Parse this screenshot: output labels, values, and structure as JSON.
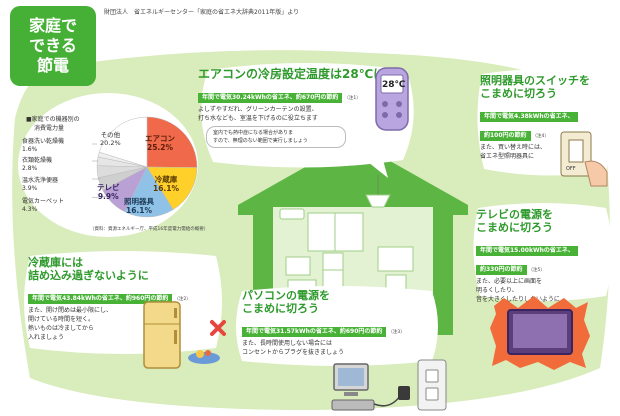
{
  "title": {
    "line1": "家庭で",
    "line2": "できる",
    "line3": "節電"
  },
  "source": "財団法人　省エネルギーセンター「家庭の省エネ大辞典2011年版」より",
  "chart": {
    "title_line1": "■家庭での機器別の",
    "title_line2": "消費電力量",
    "note": "（資料：資源エネルギー庁、平成16年度電力需給の概要）",
    "legend": [
      {
        "label": "食器洗い乾燥機",
        "value": "1.6%"
      },
      {
        "label": "衣類乾燥機",
        "value": "2.8%"
      },
      {
        "label": "温水洗浄便器",
        "value": "3.9%"
      },
      {
        "label": "電気カーペット",
        "value": "4.3%"
      }
    ],
    "slice_labels": {
      "aircon": {
        "name": "エアコン",
        "value": "25.2%"
      },
      "fridge": {
        "name": "冷蔵庫",
        "value": "16.1%"
      },
      "lighting": {
        "name": "照明器具",
        "value": "16.1%"
      },
      "tv": {
        "name": "テレビ",
        "value": "9.9%"
      },
      "other": {
        "name": "その他",
        "value": "20.2%"
      }
    }
  },
  "chart_data": {
    "type": "pie",
    "title": "家庭での機器別の消費電力量",
    "categories": [
      "エアコン",
      "冷蔵庫",
      "照明器具",
      "テレビ",
      "電気カーペット",
      "温水洗浄便器",
      "衣類乾燥機",
      "食器洗い乾燥機",
      "その他"
    ],
    "values": [
      25.2,
      16.1,
      16.1,
      9.9,
      4.3,
      3.9,
      2.8,
      1.6,
      20.2
    ],
    "colors": [
      "#f0694a",
      "#ffd02a",
      "#8fc2e6",
      "#b9a1d6",
      "#cfcfcf",
      "#dcdcdc",
      "#e6e6e6",
      "#eeeeee",
      "#ffffff"
    ],
    "note": "（資料：資源エネルギー庁、平成16年度電力需給の概要）"
  },
  "aircon": {
    "headline": "エアコンの冷房設定温度は28℃に",
    "saving": "年間で電気30.24kWhの省エネ、約670円の節約",
    "note": "（注1）",
    "body1": "よしずやすだれ、グリーンカーテンの設置、",
    "body2": "打ち水なども、室温を下げるのに役立ちます",
    "aside1": "室内でも熱中症になる場合がありま",
    "aside2": "すので、無理のない範囲で実行しましょう",
    "remote_display": "28℃"
  },
  "lighting": {
    "headline1": "照明器具のスイッチを",
    "headline2": "こまめに切ろう",
    "saving1": "年間で電気4.38kWhの省エネ、",
    "saving2": "約100円の節約",
    "note": "（注4）",
    "body1": "また、買い替え時には、",
    "body2": "省エネ型照明器具に",
    "switch_label": "OFF"
  },
  "tv": {
    "headline1": "テレビの電源を",
    "headline2": "こまめに切ろう",
    "saving1": "年間で電気15.00kWhの省エネ、",
    "saving2": "約330円の節約",
    "note": "（注5）",
    "body1": "また、必要以上に画面を",
    "body2": "明るくしたり、",
    "body3": "音を大きくしたりしないように"
  },
  "fridge": {
    "headline1": "冷蔵庫には",
    "headline2": "詰め込み過ぎないように",
    "saving": "年間で電気43.84kWhの省エネ、約960円の節約",
    "note": "（注2）",
    "body1": "また、開け閉めは最小限にし、",
    "body2": "開けている時間を短く。",
    "body3": "熱いものは冷ましてから",
    "body4": "入れましょう"
  },
  "pc": {
    "headline1": "パソコンの電源を",
    "headline2": "こまめに切ろう",
    "saving": "年間で電気31.57kWhの省エネ、約690円の節約",
    "note": "（注3）",
    "body1": "また、長時間使用しない場合には",
    "body2": "コンセントからプラグを抜きましょう"
  },
  "colors": {
    "brand_green": "#45b035",
    "bg_green": "#d9ecbb",
    "house_green": "#5db544",
    "text_green": "#2f9a2c"
  }
}
